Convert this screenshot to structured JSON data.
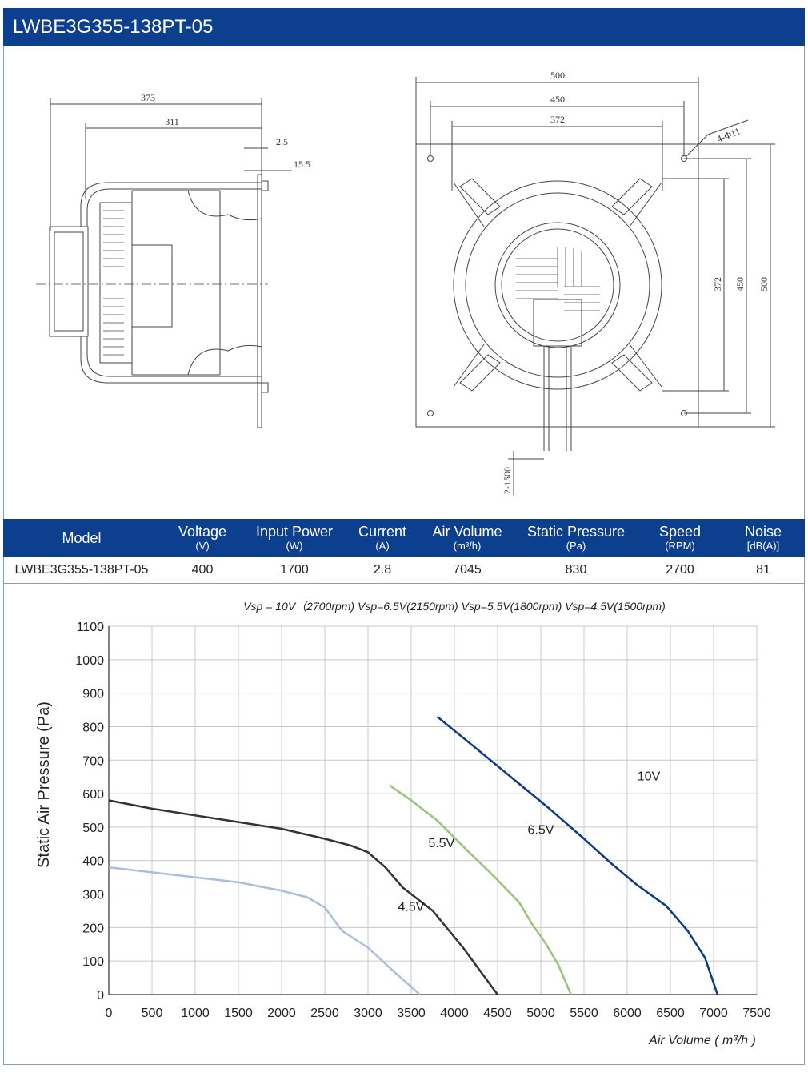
{
  "page_title": "LWBE3G355-138PT-05",
  "drawing_dims": {
    "side_overall": "373",
    "side_inner": "311",
    "flange_thickness": "2.5",
    "flange_offset": "15.5",
    "front_width_outer": "500",
    "front_width_hole": "450",
    "front_width_inner": "372",
    "holes": "4-Φ11",
    "front_height_inner": "372",
    "front_height_hole": "450",
    "front_height_outer": "500",
    "cable_length": "2-1500"
  },
  "spec_table": {
    "columns": [
      {
        "label": "Model",
        "unit": ""
      },
      {
        "label": "Voltage",
        "unit": "(V)"
      },
      {
        "label": "Input Power",
        "unit": "(W)"
      },
      {
        "label": "Current",
        "unit": "(A)"
      },
      {
        "label": "Air Volume",
        "unit": "(m³/h)"
      },
      {
        "label": "Static Pressure",
        "unit": "(Pa)"
      },
      {
        "label": "Speed",
        "unit": "(RPM)"
      },
      {
        "label": "Noise",
        "unit": "[dB(A)]"
      }
    ],
    "row": [
      "LWBE3G355-138PT-05",
      "400",
      "1700",
      "2.8",
      "7045",
      "830",
      "2700",
      "81"
    ]
  },
  "chart_data": {
    "type": "line",
    "title": "Vsp = 10V（2700rpm)    Vsp=6.5V(2150rpm)     Vsp=5.5V(1800rpm)    Vsp=4.5V(1500rpm)",
    "xlabel": "Air Volume ( m³/h )",
    "ylabel": "Static Air Pressure  (Pa)",
    "xlim": [
      0,
      7500
    ],
    "ylim": [
      0,
      1100
    ],
    "x_ticks": [
      0,
      500,
      1000,
      1500,
      2000,
      2500,
      3000,
      3500,
      4000,
      4500,
      5000,
      5500,
      6000,
      6500,
      7000,
      7500
    ],
    "y_ticks": [
      0,
      100,
      200,
      300,
      400,
      500,
      600,
      700,
      800,
      900,
      1000,
      1100
    ],
    "grid": true,
    "series": [
      {
        "name": "10V",
        "color": "#0b3a82",
        "x": [
          3800,
          4300,
          4700,
          5100,
          5500,
          5800,
          6100,
          6450,
          6700,
          6900,
          7045
        ],
        "y": [
          830,
          725,
          640,
          555,
          465,
          395,
          330,
          265,
          190,
          110,
          0
        ]
      },
      {
        "name": "6.5V",
        "color": "#95c47a",
        "x": [
          3250,
          3500,
          3800,
          4150,
          4450,
          4750,
          4900,
          5050,
          5200,
          5350
        ],
        "y": [
          625,
          580,
          520,
          430,
          355,
          275,
          210,
          155,
          90,
          0
        ]
      },
      {
        "name": "5.5V",
        "color": "#333333",
        "x": [
          0,
          500,
          1000,
          1500,
          2000,
          2500,
          2800,
          3000,
          3200,
          3400,
          3750,
          4100,
          4500
        ],
        "y": [
          580,
          555,
          535,
          515,
          495,
          465,
          445,
          425,
          380,
          320,
          250,
          140,
          0
        ]
      },
      {
        "name": "4.5V",
        "color": "#a9bdde",
        "x": [
          0,
          500,
          1000,
          1500,
          2000,
          2300,
          2500,
          2700,
          3000,
          3250,
          3600
        ],
        "y": [
          380,
          365,
          350,
          335,
          310,
          290,
          260,
          190,
          140,
          80,
          0
        ]
      }
    ]
  }
}
